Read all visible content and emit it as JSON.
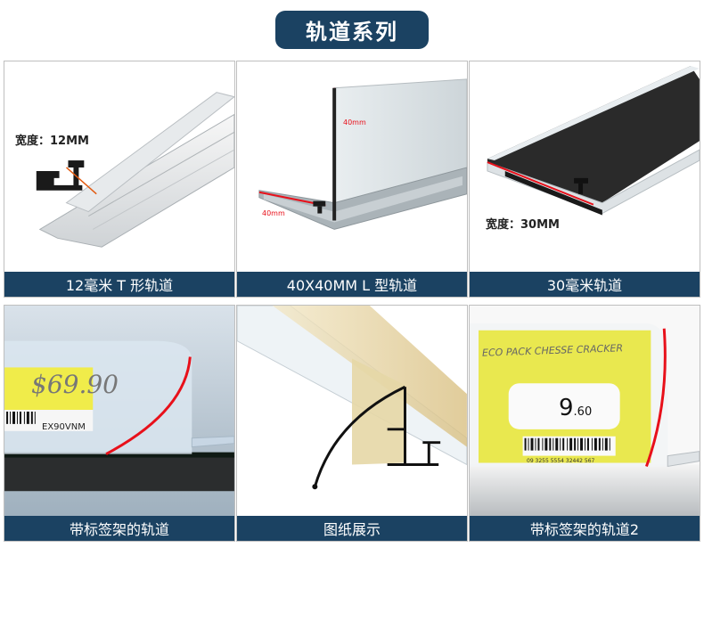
{
  "header": {
    "title": "轨道系列"
  },
  "items": [
    {
      "caption": "12毫米 T 形轨道",
      "note": "宽度：12MM"
    },
    {
      "caption": "40X40MM L 型轨道",
      "dim_v": "40mm",
      "dim_h": "40mm"
    },
    {
      "caption": "30毫米轨道",
      "note": "宽度：30MM"
    },
    {
      "caption": "带标签架的轨道",
      "price": "$69.90",
      "code": "EX90VNM"
    },
    {
      "caption": "图纸展示"
    },
    {
      "caption": "带标签架的轨道2",
      "label_title": "ECO PACK CHESSE CRACKER",
      "price_main": "9",
      "price_dec": ".60",
      "barcode_num": "09 3255 5554 32442 567"
    }
  ],
  "colors": {
    "navy": "#1b4262",
    "red": "#e8101a"
  }
}
